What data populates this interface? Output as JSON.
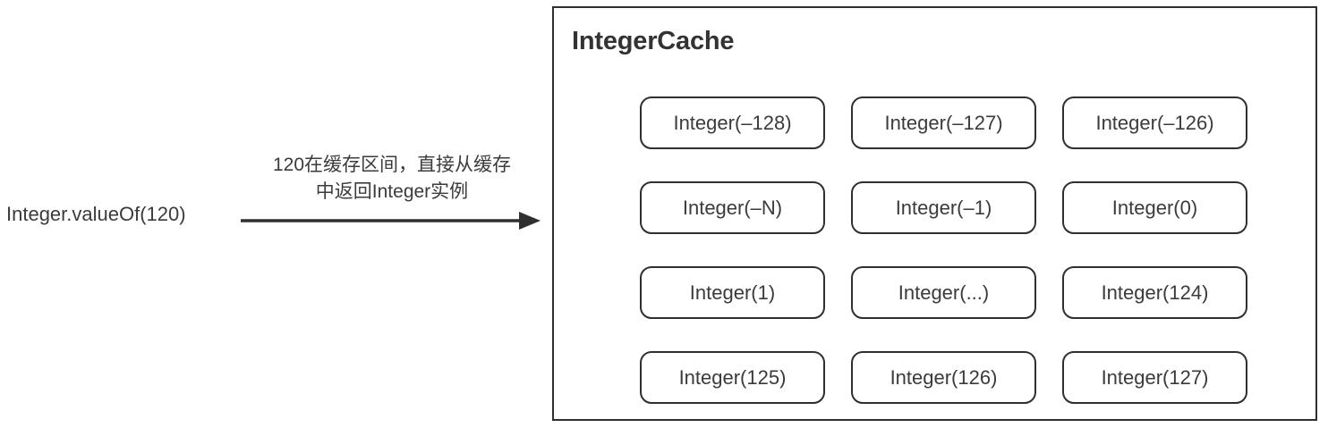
{
  "diagram": {
    "source": {
      "label": "Integer.valueOf(120)"
    },
    "arrow": {
      "annotation_line1": "120在缓存区间，直接从缓存",
      "annotation_line2": "中返回Integer实例",
      "direction": "right",
      "color": "#2f2f2f"
    },
    "panel": {
      "title": "IntegerCache",
      "border_color": "#2f2f2f",
      "background": "#ffffff",
      "cells": [
        "Integer(–128)",
        "Integer(–127)",
        "Integer(–126)",
        "Integer(–N)",
        "Integer(–1)",
        "Integer(0)",
        "Integer(1)",
        "Integer(...)",
        "Integer(124)",
        "Integer(125)",
        "Integer(126)",
        "Integer(127)"
      ]
    }
  }
}
